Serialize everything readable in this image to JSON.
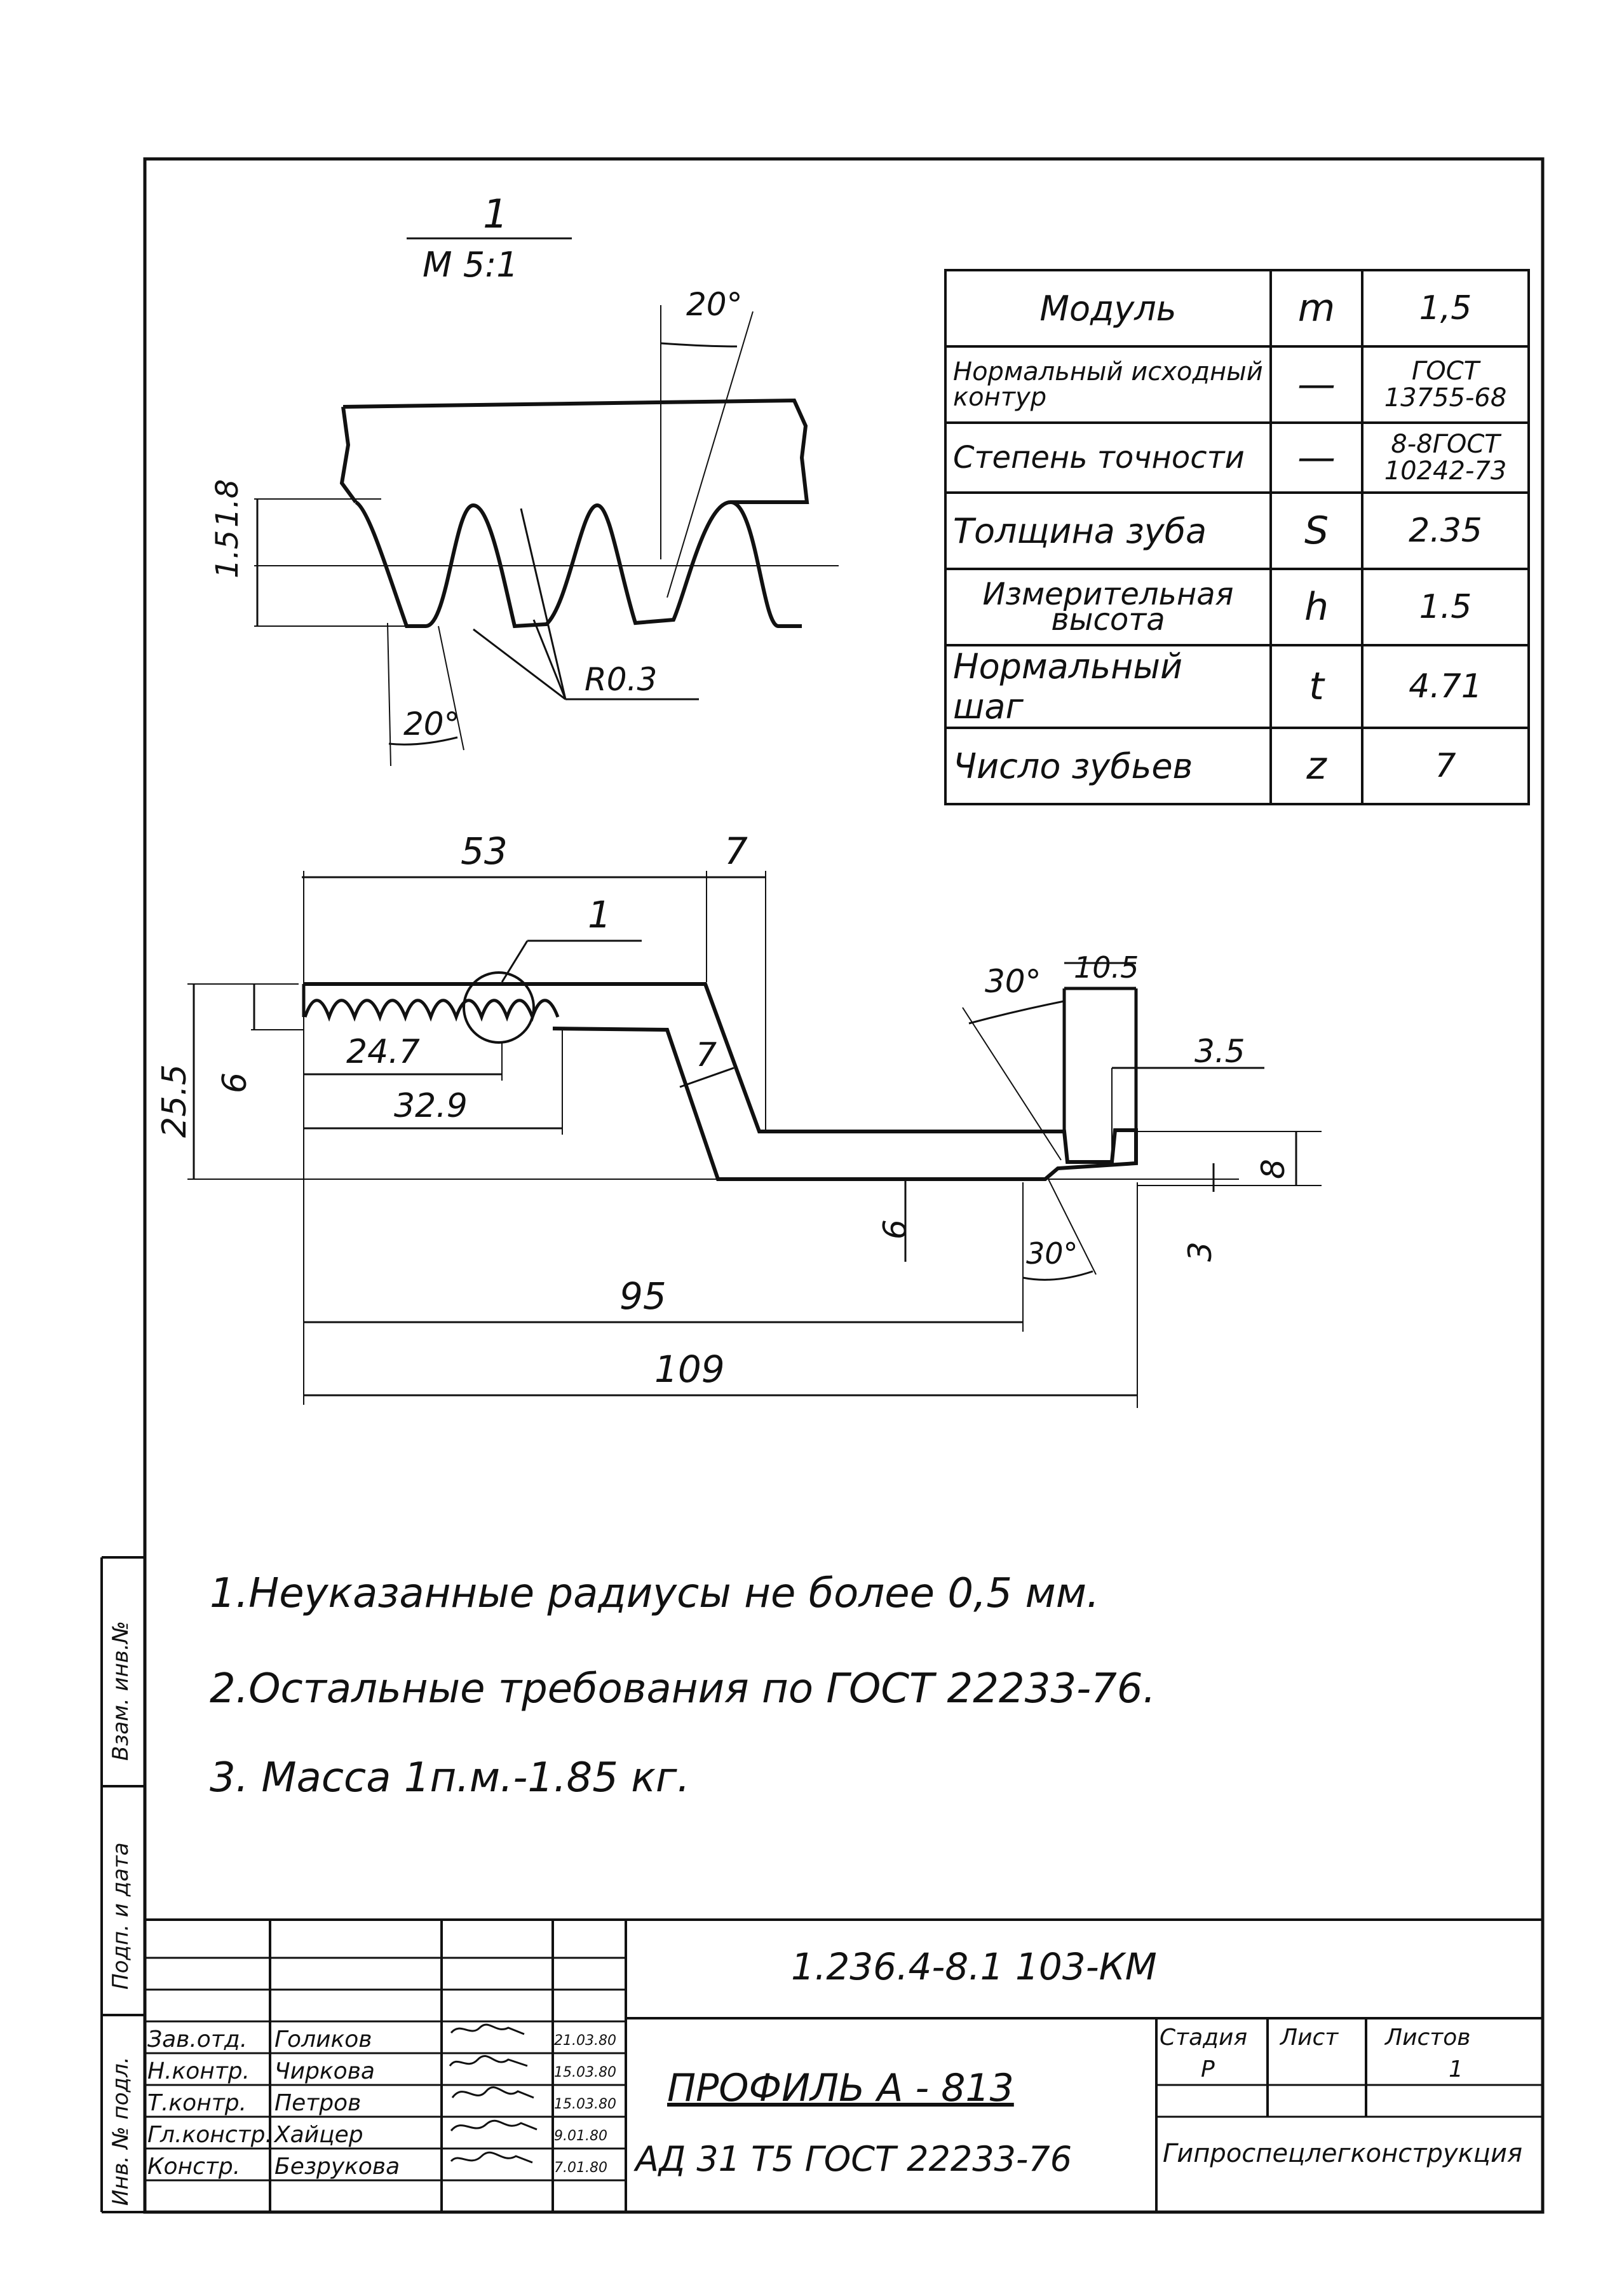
{
  "detail": {
    "number": "1",
    "scale": "M 5:1",
    "angle_top": "20°",
    "angle_bottom": "20°",
    "radius": "R0.3",
    "dim_1_5": "1.5",
    "dim_1_8": "1.8"
  },
  "parameters": [
    {
      "name": "Модуль",
      "symbol": "m",
      "value": "1,5"
    },
    {
      "name": "Нормальный исходный контур",
      "symbol": "—",
      "value": "ГОСТ 13755-68"
    },
    {
      "name": "Степень точности",
      "symbol": "—",
      "value": "8-8ГОСТ 10242-73"
    },
    {
      "name": "Толщина зуба",
      "symbol": "S",
      "value": "2.35"
    },
    {
      "name": "Измерительная высота",
      "symbol": "h",
      "value": "1.5"
    },
    {
      "name": "Нормальный шаг",
      "symbol": "t",
      "value": "4.71"
    },
    {
      "name": "Число зубьев",
      "symbol": "z",
      "value": "7"
    }
  ],
  "profile_dims": {
    "d53": "53",
    "d7_top": "7",
    "d1": "1",
    "d24_7": "24.7",
    "d32_9": "32.9",
    "d25_5": "25.5",
    "d6_left": "6",
    "d7_diag": "7",
    "a30_top": "30°",
    "d10_5": "10.5",
    "d3_5": "3.5",
    "d8": "8",
    "d3": "3",
    "d6_mid": "6",
    "a30_bottom": "30°",
    "d95": "95",
    "d109": "109"
  },
  "notes": [
    "1.Неуказанные радиусы не более 0,5 мм.",
    "2.Остальные требования по ГОСТ 22233-76.",
    "3. Масса 1п.м.-1.85 кг."
  ],
  "side_stamp": {
    "inv_orig": "Инв. № подл.",
    "sign_date": "Подп. и дата",
    "vzam_inv": "Взам. инв.№"
  },
  "title_block": {
    "doc_code": "1.236.4-8.1 103-КМ",
    "title_line1": "ПРОФИЛЬ А - 813",
    "title_line2": "АД 31 Т5 ГОСТ 22233-76",
    "stage_label": "Стадия",
    "sheet_label": "Лист",
    "sheets_label": "Листов",
    "stage_value": "Р",
    "sheet_value": "",
    "sheets_value": "1",
    "organization": "Гипроспецлегконструкция",
    "signers": [
      {
        "role": "Зав.отд.",
        "name": "Голиков",
        "date": "21.03.80"
      },
      {
        "role": "Н.контр.",
        "name": "Чиркова",
        "date": "15.03.80"
      },
      {
        "role": "Т.контр.",
        "name": "Петров",
        "date": "15.03.80"
      },
      {
        "role": "Гл.констр.",
        "name": "Хайцер",
        "date": "9.01.80"
      },
      {
        "role": "Констр.",
        "name": "Безрукова",
        "date": "7.01.80"
      }
    ]
  }
}
